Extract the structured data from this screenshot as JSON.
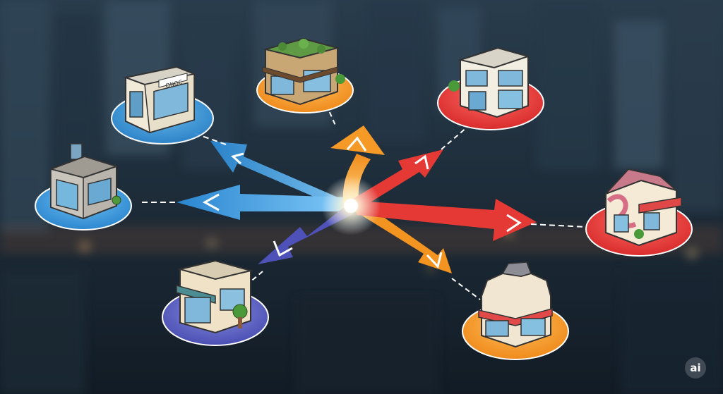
{
  "scene": {
    "colors": {
      "background": "#1c2a38",
      "blue_route": "#2f8fd6",
      "purple_route": "#4e52b8",
      "orange_route": "#f29422",
      "red_route": "#e53935",
      "hub_glow": "#ffffff"
    },
    "buildings": [
      {
        "name": "shop-top-left",
        "route_color": "#3c9be0",
        "sign": "ONOC"
      },
      {
        "name": "shop-left",
        "route_color": "#3c9be0",
        "sign": ""
      },
      {
        "name": "shop-bottom-left",
        "route_color": "#5b5fc4",
        "sign": ""
      },
      {
        "name": "cafe-top",
        "route_color": "#f39a2a",
        "sign": ""
      },
      {
        "name": "office-top-right",
        "route_color": "#e53a3a",
        "sign": ""
      },
      {
        "name": "house-right",
        "route_color": "#e53a3a",
        "sign": ""
      },
      {
        "name": "shop-bottom-right",
        "route_color": "#f39a2a",
        "sign": ""
      }
    ]
  },
  "badge": {
    "label": "ai"
  }
}
